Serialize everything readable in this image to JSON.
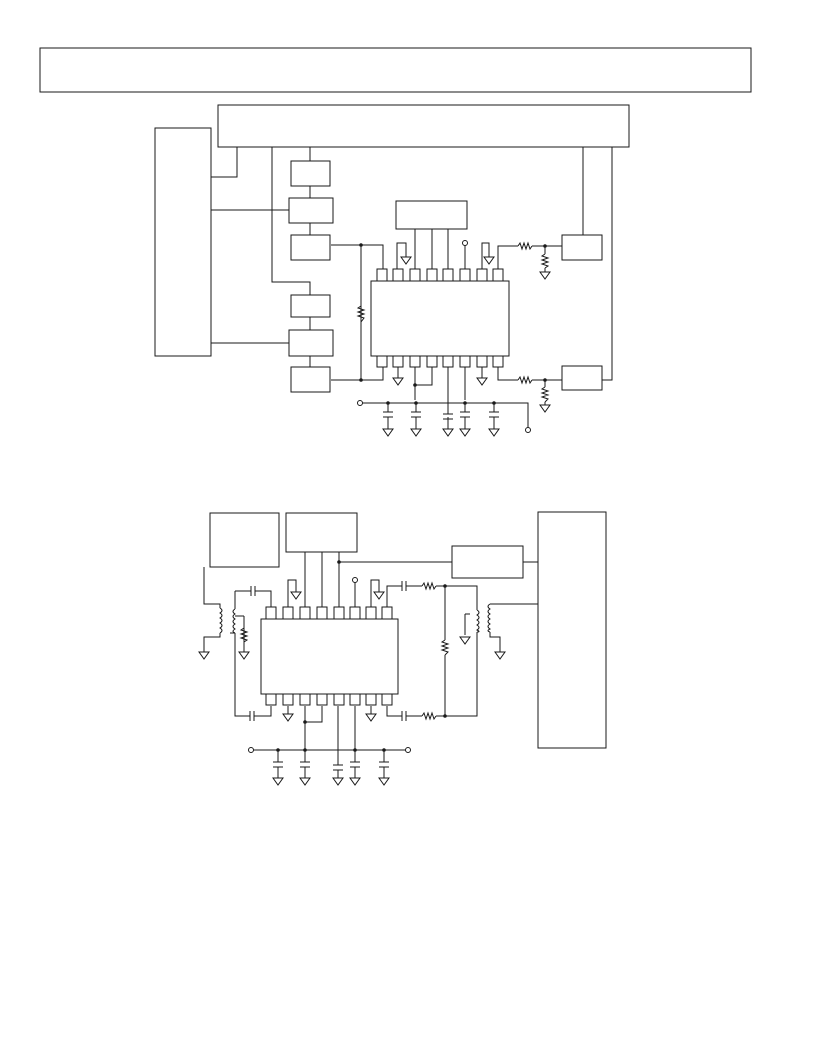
{
  "document": {
    "header_box_text": "",
    "figures": [
      {
        "id": "upper",
        "chip_pins_per_side": 8
      },
      {
        "id": "lower",
        "chip_pins_per_side": 8
      }
    ]
  }
}
